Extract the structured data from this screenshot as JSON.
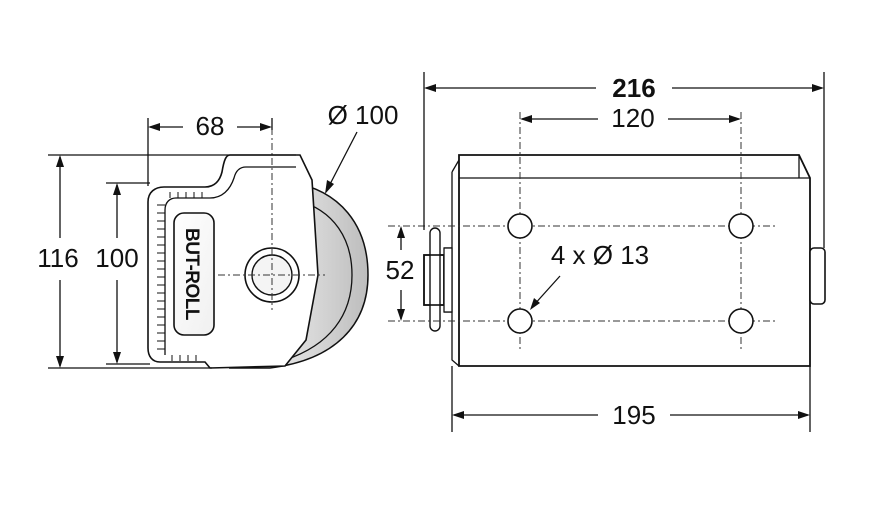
{
  "side_view": {
    "brand_label": "BUT-ROLL",
    "width_label": "68",
    "wheel_diameter_label": "Ø 100",
    "overall_height_label": "116",
    "inner_height_label": "100"
  },
  "plan_view": {
    "overall_length_label": "216",
    "hole_spacing_x_label": "120",
    "hole_spacing_y_label": "52",
    "holes_label": "4 x Ø 13",
    "body_length_label": "195"
  },
  "colors": {
    "line": "#111111",
    "shade": "#e6e6e6",
    "background": "#ffffff"
  }
}
